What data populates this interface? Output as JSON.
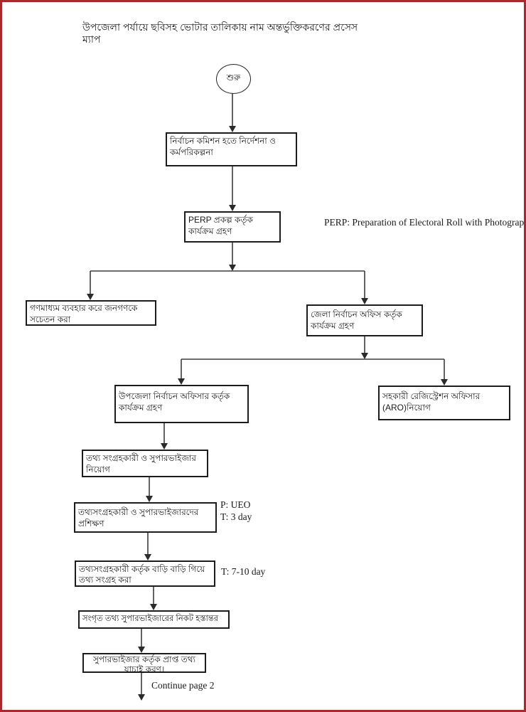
{
  "page": {
    "title": "উপজেলা পর্যায়ে ছবিসহ ভোটার তালিকায় নাম অন্তর্ভুক্তিকরণের প্রসেস ম্যাপ",
    "border_color": "#a82a2d",
    "line_color": "#3c3c3c"
  },
  "flowchart": {
    "start": "শুরু",
    "nodes": {
      "ec_directives": "নির্বাচন কমিশন হতে নির্দেশনা ও কর্মপরিকল্পনা",
      "perp_activities": "PERP প্রকল্প কর্তৃক কার্যক্রম গ্রহণ",
      "mass_media": "গণমাধ্যম ব্যবহার করে জনগণকে সচেতন করা",
      "district_office": "জেলা নির্বাচন অফিস কর্তৃক কার্যক্রম গ্রহণ",
      "upazila_officer": "উপজেলা নির্বাচন অফিসার কর্তৃক কার্যক্রম গ্রহণ",
      "aro_appointment": "সহকারী রেজিস্ট্রেশন অফিসার (ARO)নিয়োগ",
      "collector_appointment": "তথ্য সংগ্রহকারী ও সুপারভাইজার নিয়োগ",
      "training": "তথ্যসংগ্রহকারী ও সুপারভাইজারদের প্রশিক্ষণ",
      "house_to_house_collection": "তথ্যসংগ্রহকারী কর্তৃক বাড়ি বাড়ি গিয়ে তথ্য সংগ্রহ করা",
      "handover_to_supervisor": "সংগৃত তথ্য সুপারভাইজারের নিকট হস্তান্তর",
      "data_verification": "সুপারভাইজার কর্তৃক প্রাপ্ত তথ্য যাচাই করণ।"
    },
    "annotations": {
      "perp_full_form": "PERP: Preparation of Electoral Roll with Photograph",
      "training_person": "P: UEO",
      "training_time": "T: 3 day",
      "collection_time": "T: 7-10 day",
      "continue_note": "Continue page 2"
    }
  }
}
